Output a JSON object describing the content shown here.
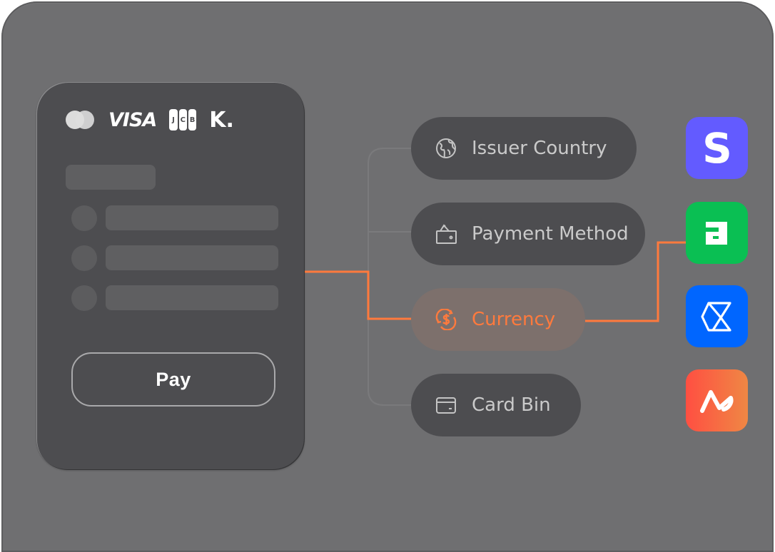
{
  "checkout_card": {
    "brands": [
      {
        "name": "mastercard",
        "icon": "mastercard-icon"
      },
      {
        "name": "visa",
        "label": "VISA"
      },
      {
        "name": "jcb",
        "label": [
          "J",
          "C",
          "B"
        ]
      },
      {
        "name": "klarna",
        "label": "K."
      }
    ],
    "pay_button_label": "Pay"
  },
  "routing_rules": [
    {
      "label": "Issuer Country",
      "icon": "globe-icon",
      "active": false
    },
    {
      "label": "Payment Method",
      "icon": "wallet-icon",
      "active": false
    },
    {
      "label": "Currency",
      "icon": "currency-exchange-icon",
      "active": true
    },
    {
      "label": "Card Bin",
      "icon": "card-icon",
      "active": false
    }
  ],
  "processors": [
    {
      "name": "stripe",
      "glyph": "S",
      "color": "#635bff"
    },
    {
      "name": "adyen",
      "glyph": "a",
      "color": "#0abf53"
    },
    {
      "name": "checkout",
      "glyph": "hourglass",
      "color": "#0066ff"
    },
    {
      "name": "airwallex",
      "glyph": "wave",
      "color_start": "#ff4f42",
      "color_end": "#ef8744"
    }
  ],
  "colors": {
    "background": "#6f6f71",
    "card": "#4d4d50",
    "accent": "#ff7a3d",
    "pill": "#4d4d50",
    "pill_active": "#7d706c"
  }
}
